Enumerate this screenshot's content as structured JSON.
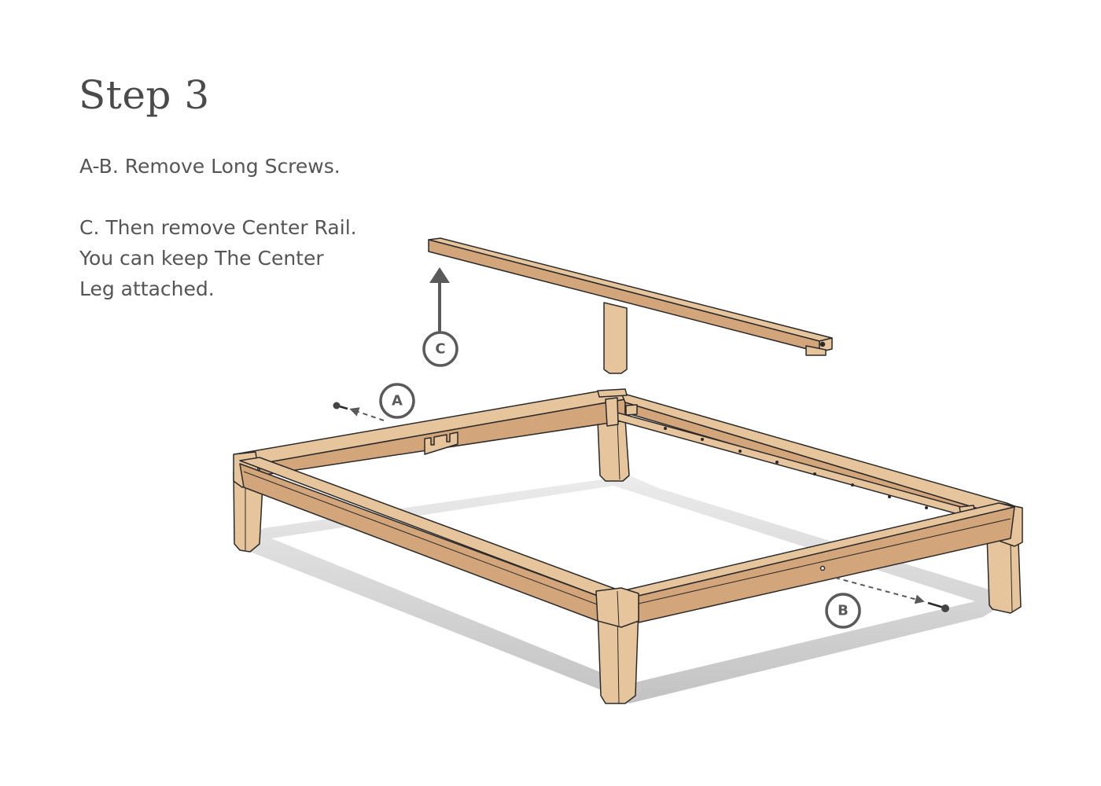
{
  "step": {
    "title": "Step 3"
  },
  "instructions": {
    "line1": "A-B. Remove Long Screws.",
    "line2": "C. Then remove Center Rail.",
    "line3": "You can keep The Center",
    "line4": "Leg attached."
  },
  "callouts": {
    "a": "A",
    "b": "B",
    "c": "C"
  },
  "colors": {
    "wood_top": "#e6c59d",
    "wood_side": "#d2a57a",
    "wood_dark": "#b98c60",
    "outline": "#2a2a2a",
    "shadow": "#c8c8c8",
    "callout_ring": "#5a5a5a",
    "arrow": "#5a5a5a"
  }
}
